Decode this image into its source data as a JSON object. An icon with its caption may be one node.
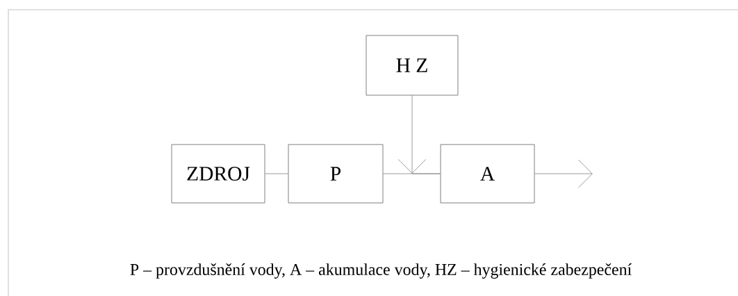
{
  "diagram": {
    "caption": "P – provzdušnění vody, A – akumulace vody, HZ – hygienické zabezpečení",
    "nodes": [
      {
        "text": [
          "ZDROJ"
        ]
      },
      {
        "text": [
          "P"
        ]
      },
      {
        "text": [
          "H Z"
        ]
      },
      {
        "text": [
          "A"
        ]
      }
    ],
    "edges": [
      {
        "from": 0,
        "to": 1,
        "arrow": "none"
      },
      {
        "from": 1,
        "to": 3,
        "arrow": "none"
      },
      {
        "from": 2,
        "to": 3,
        "arrow": "to"
      },
      {
        "from": 3,
        "to": null,
        "arrow": "to"
      }
    ]
  }
}
